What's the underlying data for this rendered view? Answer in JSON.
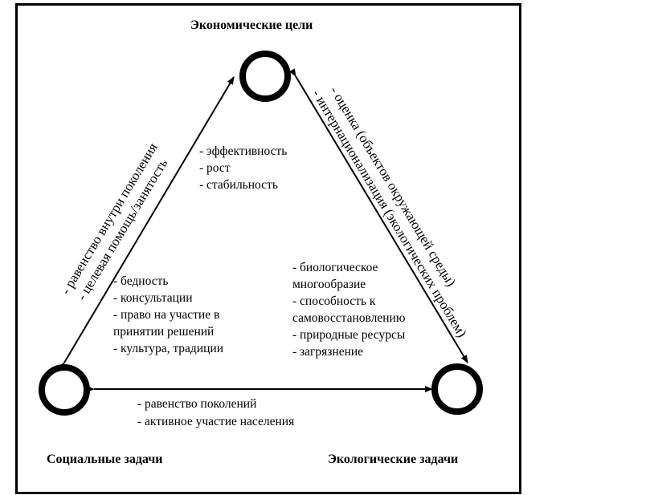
{
  "nodes": {
    "economic": "Экономические цели",
    "social": "Социальные задачи",
    "ecological": "Экологические задачи"
  },
  "economic_list": [
    "- эффективность",
    "- рост",
    "- стабильность"
  ],
  "social_list": [
    "- бедность",
    "- консультации",
    "- право на участие в",
    "принятии решений",
    "- культура, традиции"
  ],
  "ecological_list": [
    "- биологическое",
    "многообразие",
    "- способность к",
    "самовосстановлению",
    "- природные ресурсы",
    "- загрязнение"
  ],
  "edge_left": [
    "- равенство внутри поколения",
    "- целевая помощь/занятость"
  ],
  "edge_right": [
    "- оценка (объектов окружающей среды)",
    "- интернационализация (экологических проблем)"
  ],
  "edge_bottom": [
    "- равенство поколений",
    "- активное участие населения"
  ]
}
